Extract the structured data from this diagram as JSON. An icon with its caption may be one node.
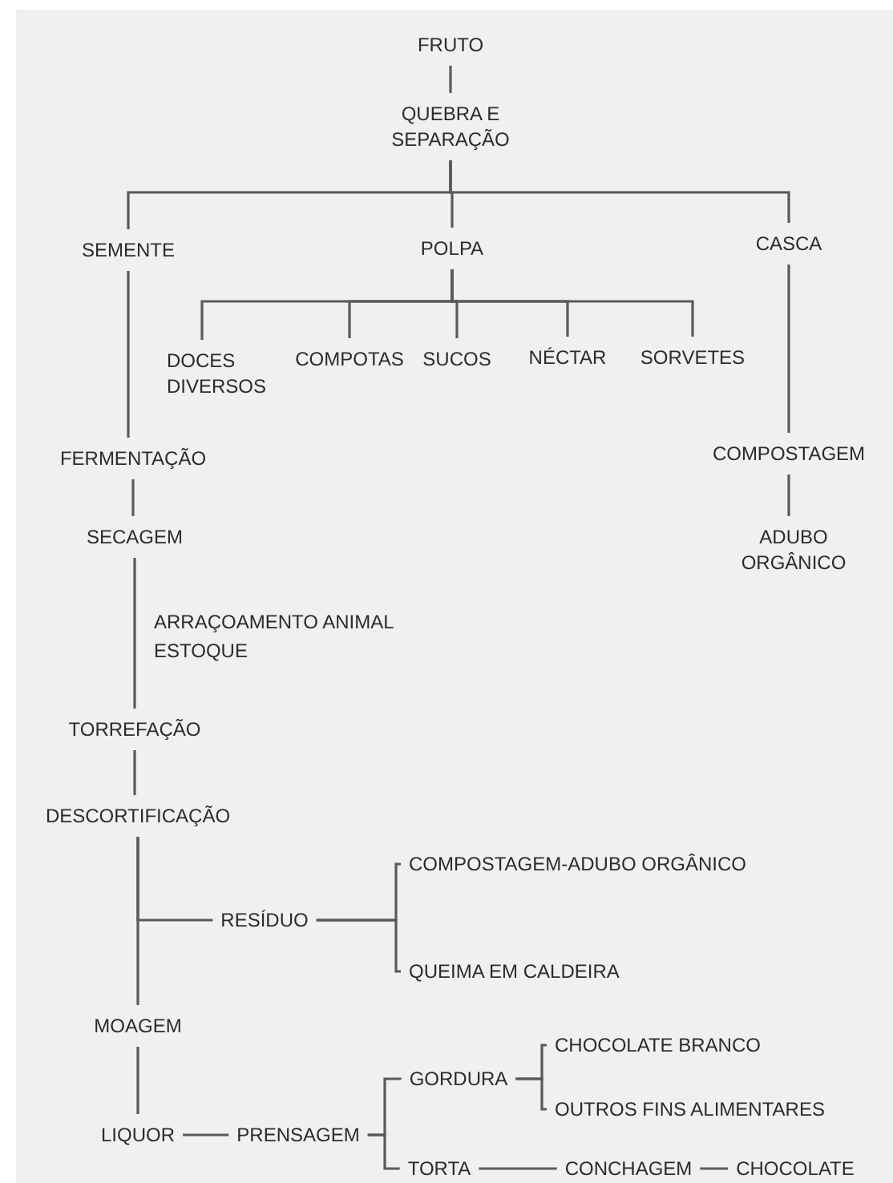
{
  "diagram": {
    "nodes": [
      {
        "text": [
          "FRUTO"
        ]
      },
      {
        "text": [
          "QUEBRA E SEPARAÇÃO"
        ]
      },
      {
        "text": [
          "SEMENTE"
        ]
      },
      {
        "text": [
          "POLPA"
        ]
      },
      {
        "text": [
          "CASCA"
        ]
      },
      {
        "text": [
          "DOCES DIVERSOS"
        ]
      },
      {
        "text": [
          "COMPOTAS"
        ]
      },
      {
        "text": [
          "SUCOS"
        ]
      },
      {
        "text": [
          "NÉCTAR"
        ]
      },
      {
        "text": [
          "SORVETES"
        ]
      },
      {
        "text": [
          "FERMENTAÇÃO"
        ]
      },
      {
        "text": [
          "SECAGEM"
        ]
      },
      {
        "text": [
          "TORREFAÇÃO"
        ]
      },
      {
        "text": [
          "DESCORTIFICAÇÃO"
        ]
      },
      {
        "text": [
          "RESÍDUO"
        ]
      },
      {
        "text": [
          "COMPOSTAGEM-ADUBO ORGÂNICO"
        ]
      },
      {
        "text": [
          "QUEIMA EM CALDEIRA"
        ]
      },
      {
        "text": [
          "MOAGEM"
        ]
      },
      {
        "text": [
          "LIQUOR"
        ]
      },
      {
        "text": [
          "PRENSAGEM"
        ]
      },
      {
        "text": [
          "GORDURA"
        ]
      },
      {
        "text": [
          "CHOCOLATE BRANCO"
        ]
      },
      {
        "text": [
          "OUTROS FINS ALIMENTARES"
        ]
      },
      {
        "text": [
          "TORTA"
        ]
      },
      {
        "text": [
          "CONCHAGEM"
        ]
      },
      {
        "text": [
          "CHOCOLATE"
        ]
      },
      {
        "text": [
          "COMPOSTAGEM"
        ]
      },
      {
        "text": [
          "ADUBO ORGÂNICO"
        ]
      }
    ],
    "edges": [
      {
        "from": 0,
        "to": 1,
        "arrow": "none"
      },
      {
        "from": 1,
        "to": 2,
        "arrow": "none"
      },
      {
        "from": 1,
        "to": 3,
        "arrow": "none"
      },
      {
        "from": 1,
        "to": 4,
        "arrow": "none"
      },
      {
        "from": 3,
        "to": 5,
        "arrow": "none"
      },
      {
        "from": 3,
        "to": 6,
        "arrow": "none"
      },
      {
        "from": 3,
        "to": 7,
        "arrow": "none"
      },
      {
        "from": 3,
        "to": 8,
        "arrow": "none"
      },
      {
        "from": 3,
        "to": 9,
        "arrow": "none"
      },
      {
        "from": 2,
        "to": 10,
        "arrow": "none"
      },
      {
        "from": 10,
        "to": 11,
        "arrow": "none"
      },
      {
        "from": 11,
        "to": 12,
        "arrow": "none"
      },
      {
        "from": 12,
        "to": 13,
        "arrow": "none"
      },
      {
        "from": 13,
        "to": 14,
        "arrow": "none"
      },
      {
        "from": 14,
        "to": 15,
        "arrow": "none"
      },
      {
        "from": 14,
        "to": 16,
        "arrow": "none"
      },
      {
        "from": 13,
        "to": 17,
        "arrow": "none"
      },
      {
        "from": 17,
        "to": 18,
        "arrow": "none"
      },
      {
        "from": 18,
        "to": 19,
        "arrow": "none"
      },
      {
        "from": 19,
        "to": 20,
        "arrow": "none"
      },
      {
        "from": 19,
        "to": 23,
        "arrow": "none"
      },
      {
        "from": 20,
        "to": 21,
        "arrow": "none"
      },
      {
        "from": 20,
        "to": 22,
        "arrow": "none"
      },
      {
        "from": 23,
        "to": 24,
        "arrow": "none"
      },
      {
        "from": 24,
        "to": 25,
        "arrow": "none"
      },
      {
        "from": 4,
        "to": 26,
        "arrow": "none"
      },
      {
        "from": 26,
        "to": 27,
        "arrow": "none"
      }
    ],
    "labels": [
      "ARRAÇOAMENTO ANIMAL",
      "ESTOQUE"
    ]
  }
}
